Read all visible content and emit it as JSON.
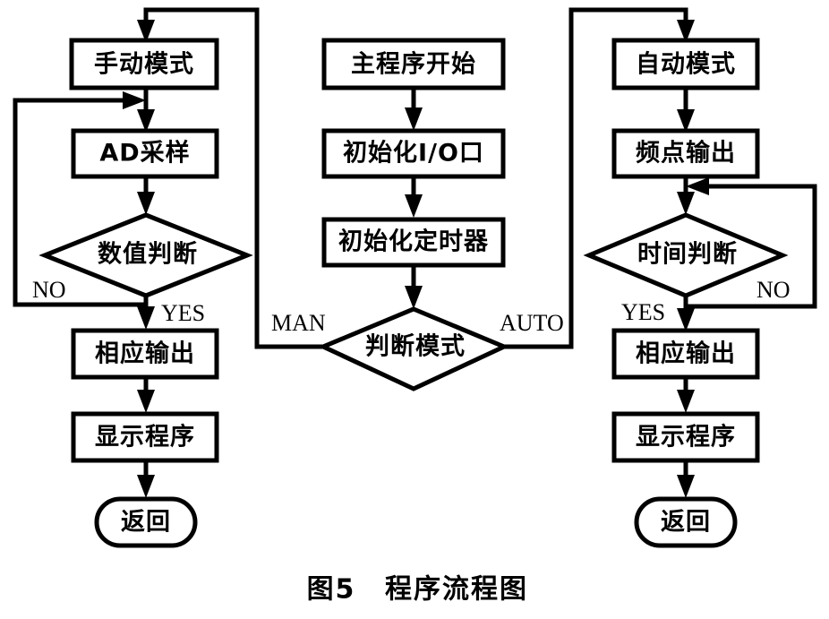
{
  "figure": {
    "caption_number": "图5",
    "caption_title": "程序流程图"
  },
  "columns": {
    "manual": {
      "name": "manual-branch",
      "nodes": [
        {
          "id": "manual-mode",
          "shape": "process",
          "label": "手动模式"
        },
        {
          "id": "ad-sampling",
          "shape": "process",
          "label": "AD采样"
        },
        {
          "id": "value-judge",
          "shape": "decision",
          "label": "数值判断"
        },
        {
          "id": "manual-output",
          "shape": "process",
          "label": "相应输出"
        },
        {
          "id": "manual-display",
          "shape": "process",
          "label": "显示程序"
        },
        {
          "id": "manual-return",
          "shape": "terminal",
          "label": "返回"
        }
      ],
      "branch_labels": {
        "no": "NO",
        "yes": "YES"
      }
    },
    "main": {
      "name": "main-branch",
      "nodes": [
        {
          "id": "main-start",
          "shape": "process",
          "label": "主程序开始"
        },
        {
          "id": "init-io",
          "shape": "process",
          "label": "初始化I/O口"
        },
        {
          "id": "init-timer",
          "shape": "process",
          "label": "初始化定时器"
        },
        {
          "id": "mode-judge",
          "shape": "decision",
          "label": "判断模式"
        }
      ],
      "branch_labels": {
        "left": "MAN",
        "right": "AUTO"
      }
    },
    "auto": {
      "name": "auto-branch",
      "nodes": [
        {
          "id": "auto-mode",
          "shape": "process",
          "label": "自动模式"
        },
        {
          "id": "freq-output",
          "shape": "process",
          "label": "频点输出"
        },
        {
          "id": "time-judge",
          "shape": "decision",
          "label": "时间判断"
        },
        {
          "id": "auto-output",
          "shape": "process",
          "label": "相应输出"
        },
        {
          "id": "auto-display",
          "shape": "process",
          "label": "显示程序"
        },
        {
          "id": "auto-return",
          "shape": "terminal",
          "label": "返回"
        }
      ],
      "branch_labels": {
        "yes": "YES",
        "no": "NO"
      }
    }
  },
  "style": {
    "line_color": "#000000",
    "fill_color": "#ffffff",
    "background": "#ffffff"
  }
}
